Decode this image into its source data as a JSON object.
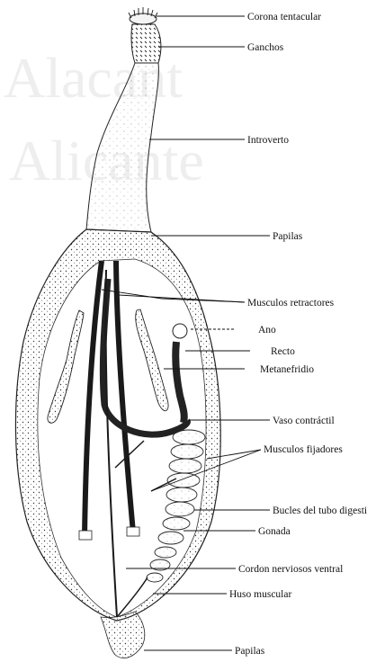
{
  "watermark": {
    "line1": "Alacant",
    "line2": "Alicante"
  },
  "labels": {
    "corona_tentacular": "Corona tentacular",
    "ganchos": "Ganchos",
    "introverto": "Introverto",
    "papilas_top": "Papilas",
    "musculos_retractores": "Musculos retractores",
    "ano": "Ano",
    "recto": "Recto",
    "metanefridio": "Metanefridio",
    "vaso_contractil": "Vaso contráctil",
    "musculos_fijadores": "Musculos fijadores",
    "bucles_tubo_digestivo": "Bucles del tubo digestivo",
    "gonada": "Gonada",
    "cordon_nervioso": "Cordon nerviosos ventral",
    "huso_muscular": "Huso muscular",
    "papilas_bottom": "Papilas"
  },
  "colors": {
    "ink": "#1a1a1a",
    "watermark": "#eeeeee",
    "background": "#ffffff"
  }
}
